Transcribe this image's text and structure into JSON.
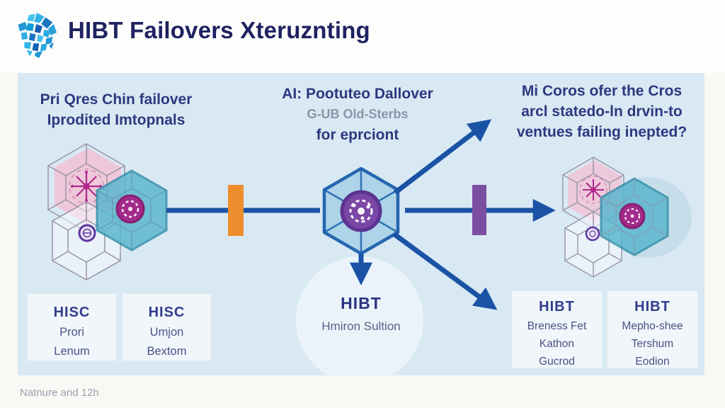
{
  "header": {
    "title": "HIBT Failovers Xteruznting",
    "logo_name": "hexagon-mosaic-logo"
  },
  "diagram": {
    "left_heading": [
      "Pri Qres Chin failover",
      "Iprodited Imtopnals"
    ],
    "center_heading": [
      "AI: Pootuteo Dallover",
      "G-UB Old-Sterbs",
      "for eprciont"
    ],
    "right_heading": [
      "Mi Coros ofer the Cros",
      "arcl statedo-ln drvin-to",
      "ventues failing inepted?"
    ],
    "center_node": {
      "title": "HIBT",
      "subtitle": "Hmiron Sultion"
    },
    "left_boxes": [
      {
        "title": "HISC",
        "lines": [
          "Prori",
          "Lenum"
        ]
      },
      {
        "title": "HISC",
        "lines": [
          "Umjon",
          "Bextom"
        ]
      }
    ],
    "right_boxes": [
      {
        "title": "HIBT",
        "lines": [
          "Breness Fet",
          "Kathon",
          "Gucrod"
        ]
      },
      {
        "title": "HIBT",
        "lines": [
          "Mepho-shee",
          "Tershum",
          "Eodion"
        ]
      }
    ],
    "colors": {
      "panel_bg": "#d9e9f3",
      "arrow_blue": "#1a53a6",
      "hex_outline_blue": "#1d5fad",
      "hex_fill_blue": "#abd3e8",
      "teal_fill": "#58b5cd",
      "teal_outline": "#2d8ca6",
      "pink_fill": "#f1c2d4",
      "magenta": "#a32b8c",
      "purple_node": "#7a47a6",
      "orange_bar": "#ee8d2d",
      "purple_bar": "#7b4ea1",
      "wireframe_gray": "#9a93a8",
      "title_navy": "#1e2260"
    }
  },
  "footer": {
    "caption": "Natnure and 12h"
  }
}
